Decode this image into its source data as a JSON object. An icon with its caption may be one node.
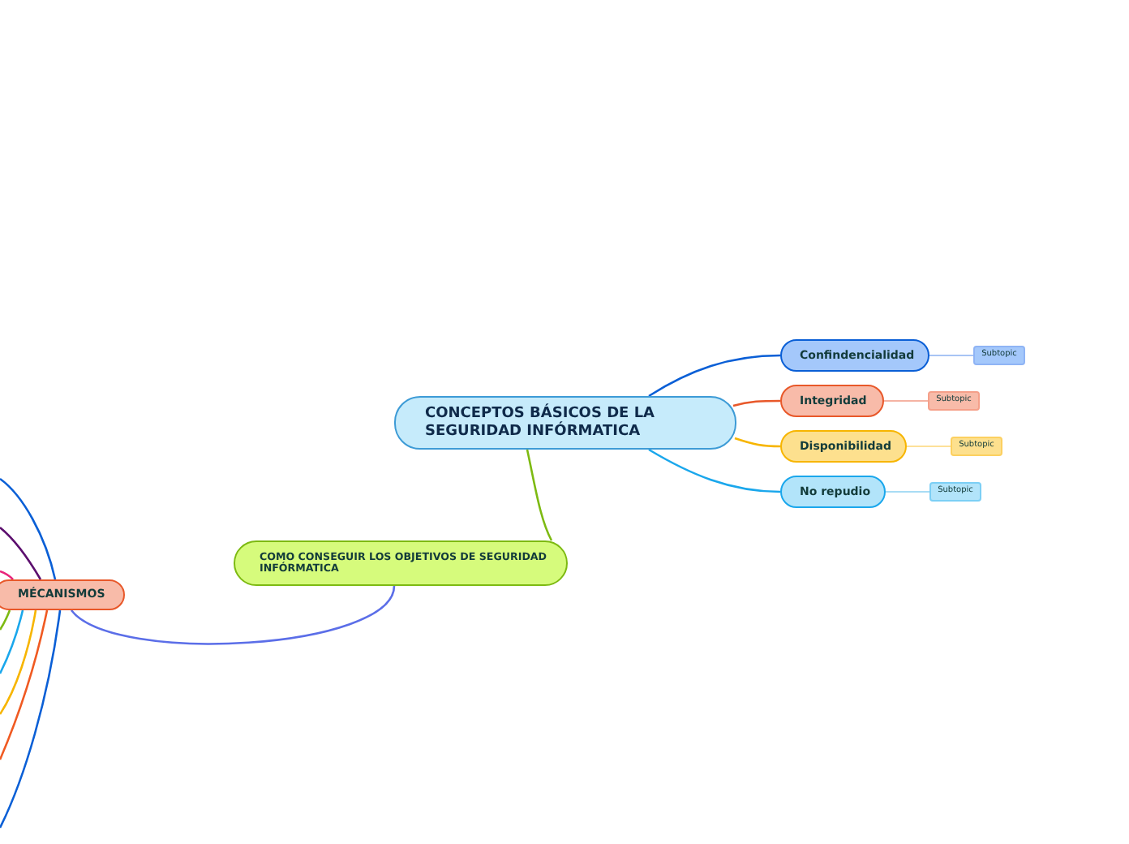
{
  "diagram": {
    "nodes": [
      {
        "text": [
          "CONCEPTOS BÁSICOS DE LA SEGURIDAD INFÓRMATICA"
        ]
      },
      {
        "text": [
          "Confindencialidad"
        ]
      },
      {
        "text": [
          "Subtopic"
        ]
      },
      {
        "text": [
          "Integridad"
        ]
      },
      {
        "text": [
          "Subtopic"
        ]
      },
      {
        "text": [
          "Disponibilidad"
        ]
      },
      {
        "text": [
          "Subtopic"
        ]
      },
      {
        "text": [
          "No repudio"
        ]
      },
      {
        "text": [
          "Subtopic"
        ]
      },
      {
        "text": [
          "COMO CONSEGUIR LOS OBJETIVOS DE SEGURIDAD INFÓRMATICA"
        ]
      },
      {
        "text": [
          "MÉCANISMOS"
        ]
      }
    ],
    "edges": [
      {
        "from": 0,
        "to": 1,
        "arrow": "none",
        "color": "#0a5fd6"
      },
      {
        "from": 0,
        "to": 3,
        "arrow": "none",
        "color": "#e8582a"
      },
      {
        "from": 0,
        "to": 5,
        "arrow": "none",
        "color": "#f7b500"
      },
      {
        "from": 0,
        "to": 7,
        "arrow": "none",
        "color": "#1aa7ec"
      },
      {
        "from": 1,
        "to": 2,
        "arrow": "none",
        "color": "#a8c4f4"
      },
      {
        "from": 3,
        "to": 4,
        "arrow": "none",
        "color": "#f5b3a3"
      },
      {
        "from": 5,
        "to": 6,
        "arrow": "none",
        "color": "#fde099"
      },
      {
        "from": 7,
        "to": 8,
        "arrow": "none",
        "color": "#a8dcf5"
      },
      {
        "from": 0,
        "to": 9,
        "arrow": "none",
        "color": "#7dba12"
      },
      {
        "from": 9,
        "to": 10,
        "arrow": "none",
        "color": "#5b6ee8"
      },
      {
        "from": 10,
        "to": null,
        "arrow": "none",
        "color": "#0a5fd6"
      },
      {
        "from": 10,
        "to": null,
        "arrow": "none",
        "color": "#5c0f6e"
      },
      {
        "from": 10,
        "to": null,
        "arrow": "none",
        "color": "#e8257a"
      },
      {
        "from": 10,
        "to": null,
        "arrow": "none",
        "color": "#7dba12"
      },
      {
        "from": 10,
        "to": null,
        "arrow": "none",
        "color": "#1aa7ec"
      },
      {
        "from": 10,
        "to": null,
        "arrow": "none",
        "color": "#f7b500"
      },
      {
        "from": 10,
        "to": null,
        "arrow": "none",
        "color": "#f05a22"
      },
      {
        "from": 10,
        "to": null,
        "arrow": "none",
        "color": "#0a5fd6"
      }
    ]
  }
}
